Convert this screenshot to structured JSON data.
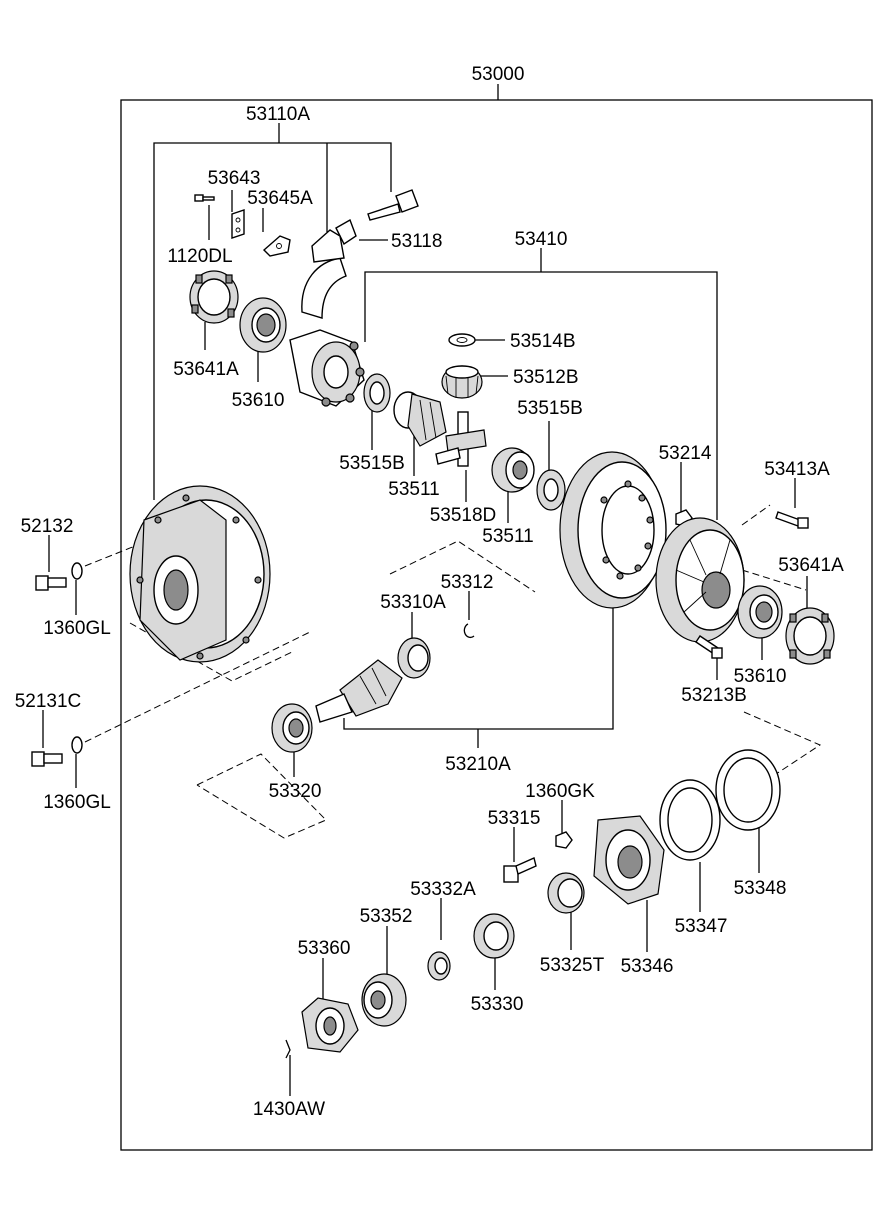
{
  "labels": {
    "assembly": "53000",
    "bracket_kit": "53110A",
    "plate_53643": "53643",
    "clip_53645A": "53645A",
    "bolt_1120DL": "1120DL",
    "clip_53118": "53118",
    "case_kit": "53410",
    "washer_53514B": "53514B",
    "pinion_53512B": "53512B",
    "washer_53515B_right": "53515B",
    "washer_53515B_left": "53515B",
    "gear_53511_left": "53511",
    "cross_53518D": "53518D",
    "gear_53511_right": "53511",
    "adjuster_53641A_left": "53641A",
    "bearing_53610_left": "53610",
    "nut_53214": "53214",
    "bolt_53413A": "53413A",
    "adjuster_53641A_right": "53641A",
    "bearing_53610_right": "53610",
    "bolt_53213B": "53213B",
    "bolt_52132": "52132",
    "washer_1360GL_top": "1360GL",
    "bolt_52131C": "52131C",
    "washer_1360GL_bottom": "1360GL",
    "ring_53312": "53312",
    "bearing_53310A": "53310A",
    "gearset_53210A": "53210A",
    "bearing_53320": "53320",
    "nut_1360GK": "1360GK",
    "bolt_53315": "53315",
    "spacer_53332A": "53332A",
    "seal_53352": "53352",
    "flange_53360": "53360",
    "bearing_53330": "53330",
    "shim_53325T": "53325T",
    "retainer_53346": "53346",
    "gasket_53347": "53347",
    "gasket_53348": "53348",
    "pin_1430AW": "1430AW"
  }
}
